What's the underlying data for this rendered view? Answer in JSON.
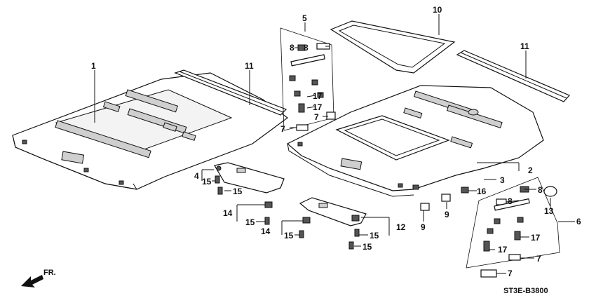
{
  "diagram_code": "ST3E-B3800",
  "direction_label": "FR.",
  "callouts": {
    "c1": "1",
    "c2": "2",
    "c3": "3",
    "c4": "4",
    "c5": "5",
    "c6": "6",
    "c7a": "7",
    "c7b": "7",
    "c7c": "7",
    "c7d": "7",
    "c8a": "8",
    "c8b": "8",
    "c8c": "8",
    "c8d": "8",
    "c9a": "9",
    "c9b": "9",
    "c10": "10",
    "c11a": "11",
    "c11b": "11",
    "c12": "12",
    "c13": "13",
    "c14a": "14",
    "c14b": "14",
    "c15a": "15",
    "c15b": "15",
    "c15c": "15",
    "c15d": "15",
    "c15e": "15",
    "c15f": "15",
    "c16": "16",
    "c17a": "17",
    "c17b": "17",
    "c17c": "17",
    "c17d": "17"
  }
}
